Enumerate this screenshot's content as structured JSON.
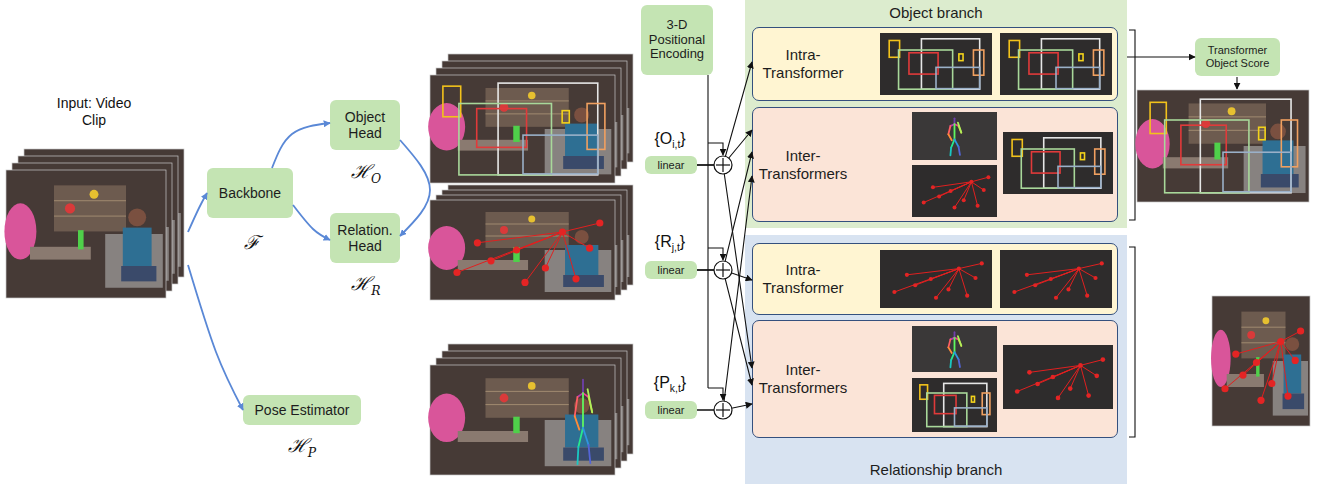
{
  "diagram": {
    "nodes": [
      {
        "text": [
          "Input: Video Clip"
        ]
      },
      {
        "text": [
          "Backbone"
        ]
      },
      {
        "text": [
          "Object Head"
        ]
      },
      {
        "text": [
          "Relation. Head"
        ]
      },
      {
        "text": [
          "Pose Estimator"
        ]
      },
      {
        "text": [
          "3-D Positional Encoding"
        ]
      },
      {
        "text": [
          "linear"
        ]
      },
      {
        "text": [
          "linear"
        ]
      },
      {
        "text": [
          "linear"
        ]
      },
      {
        "text": [
          "Object branch"
        ]
      },
      {
        "text": [
          "Intra- Transformer"
        ],
        "in": 9
      },
      {
        "text": [
          "Inter- Transformers"
        ],
        "in": 9
      },
      {
        "text": [
          "Relationship branch"
        ]
      },
      {
        "text": [
          "Intra- Transformer"
        ],
        "in": 12
      },
      {
        "text": [
          "Inter- Transformers"
        ],
        "in": 12
      },
      {
        "text": [
          "Transformer Object Score"
        ]
      }
    ],
    "edges": [
      {
        "from": 0,
        "to": 1,
        "arrow": "to"
      },
      {
        "from": 0,
        "to": 4,
        "arrow": "to"
      },
      {
        "from": 1,
        "to": 2,
        "arrow": "to"
      },
      {
        "from": 1,
        "to": 3,
        "arrow": "to"
      },
      {
        "from": 2,
        "to": 3,
        "arrow": "to"
      },
      {
        "from": 6,
        "to": 10,
        "arrow": "to"
      },
      {
        "from": 6,
        "to": 11,
        "arrow": "to"
      },
      {
        "from": 6,
        "to": 14,
        "arrow": "to"
      },
      {
        "from": 7,
        "to": 11,
        "arrow": "to"
      },
      {
        "from": 7,
        "to": 13,
        "arrow": "to"
      },
      {
        "from": 7,
        "to": 14,
        "arrow": "to"
      },
      {
        "from": 8,
        "to": 11,
        "arrow": "to"
      },
      {
        "from": 8,
        "to": 14,
        "arrow": "to"
      },
      {
        "from": 9,
        "to": 15,
        "arrow": "to"
      }
    ],
    "labels": [
      "ℱ",
      "ℋO",
      "ℋR",
      "ℋP",
      "{Oi,t}",
      "{Rj,t}",
      "{Pk,t}"
    ]
  }
}
